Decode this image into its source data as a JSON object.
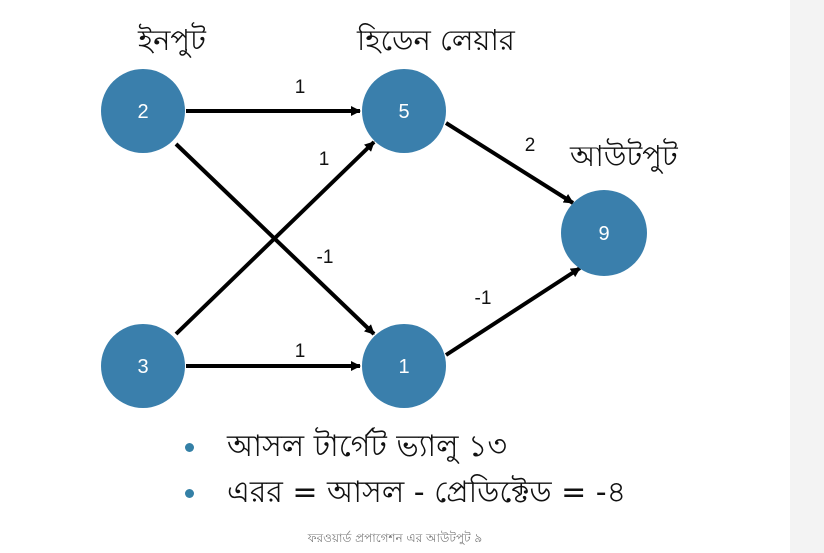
{
  "layers": {
    "input_label": "ইনপুট",
    "hidden_label": "হিডেন লেয়ার",
    "output_label": "আউটপুট"
  },
  "nodes": {
    "input_top": "2",
    "input_bottom": "3",
    "hidden_top": "5",
    "hidden_bottom": "1",
    "output": "9"
  },
  "weights": {
    "in_top_to_hid_top": "1",
    "in_bottom_to_hid_top": "1",
    "in_top_to_hid_bottom": "-1",
    "in_bottom_to_hid_bottom": "1",
    "hid_top_to_out": "2",
    "hid_bottom_to_out": "-1"
  },
  "bullets": [
    "আসল টার্গেট ভ্যালু ১৩",
    "এরর = আসল - প্রেডিক্টেড = -৪"
  ],
  "caption": "ফরওয়ার্ড প্রপাগেশন এর আউটপুট ৯",
  "colors": {
    "node": "#3a7fac",
    "bullet": "#3480a6"
  }
}
